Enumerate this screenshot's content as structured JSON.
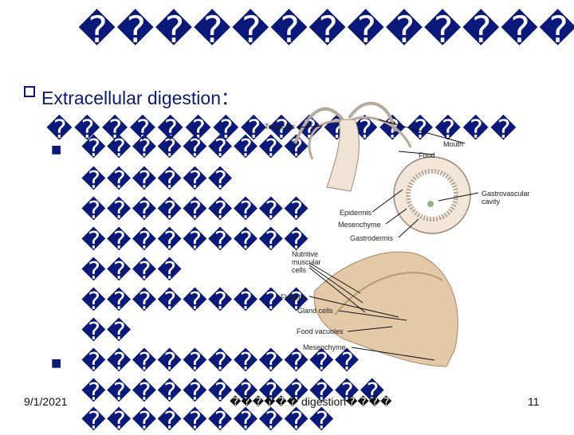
{
  "slide": {
    "title": "�������������",
    "subheading": "Extracellular digestion：",
    "line1": "�����������������",
    "bullets": [
      {
        "lines": [
          "���������",
          "������",
          "���������",
          "���������",
          "����",
          "���������",
          "��"
        ]
      },
      {
        "lines": [
          "�����������",
          "������������",
          "����������"
        ]
      }
    ],
    "footer": {
      "date": "9/1/2021",
      "center": "������ digestion����",
      "page": "11"
    }
  },
  "figure": {
    "labels": {
      "tentacles": "Tentacles",
      "mouth": "Mouth",
      "food": "Food",
      "gastrovascular": "Gastrovascular\ncavity",
      "epidermis": "Epidermis",
      "mesenchyme1": "Mesenchyme",
      "gastrodermis": "Gastrodermis",
      "nutritive": "Nutritive\nmuscular\ncells",
      "flagella": "Flagella",
      "gland": "Gland cells",
      "vacuoles": "Food vacuoles",
      "mesenchyme2": "Mesenchyme"
    }
  }
}
